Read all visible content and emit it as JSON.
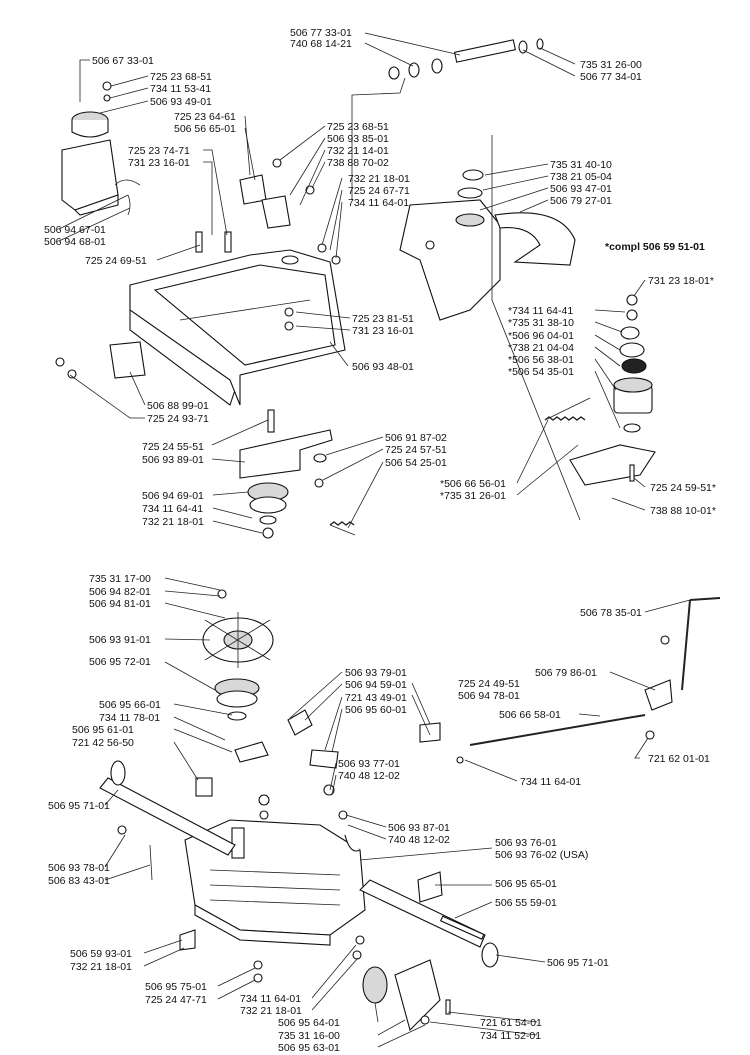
{
  "compl_note": "*compl 506 59 51-01",
  "labels": {
    "l01": "506 77 33-01",
    "l02": "740 68 14-21",
    "l03": "735 31 26-00",
    "l04": "506 77 34-01",
    "l05": "506 67 33-01",
    "l06": "725 23 68-51",
    "l07": "734 11 53-41",
    "l08": "506 93 49-01",
    "l09": "725 23 68-51",
    "l10": "506 93 85-01",
    "l11": "732 21 14-01",
    "l12": "738 88 70-02",
    "l13": "725 23 64-61",
    "l14": "506 56 65-01",
    "l15": "725 23 74-71",
    "l16": "731 23 16-01",
    "l17": "732 21 18-01",
    "l18": "725 24 67-71",
    "l19": "734 11 64-01",
    "l20": "735 31 40-10",
    "l21": "738 21 05-04",
    "l22": "506 93 47-01",
    "l23": "506 79 27-01",
    "l24": "506 94 67-01",
    "l25": "506 94 68-01",
    "l26": "725 24 69-51",
    "l27": "731 23 18-01*",
    "l28": "725 23 81-51",
    "l29": "731 23 16-01",
    "l30": "*734 11 64-41",
    "l31": "*735 31 38-10",
    "l32": "*506 96 04-01",
    "l33": "*738 21 04-04",
    "l34": "*506 56 38-01",
    "l35": "*506 54 35-01",
    "l36": "506 93 48-01",
    "l37": "506 88 99-01",
    "l38": "725 24 93-71",
    "l39": "725 24 55-51",
    "l40": "506 93 89-01",
    "l41": "506 91 87-02",
    "l42": "725 24 57-51",
    "l43": "506 54 25-01",
    "l44": "*506 66 56-01",
    "l45": "*735 31 26-01",
    "l46": "725 24 59-51*",
    "l47": "738 88 10-01*",
    "l48": "506 94 69-01",
    "l49": "734 11 64-41",
    "l50": "732 21 18-01",
    "l51": "735 31 17-00",
    "l52": "506 94 82-01",
    "l53": "506 94 81-01",
    "l54": "506 78 35-01",
    "l55": "506 93 91-01",
    "l56": "506 95 72-01",
    "l57": "506 93 79-01",
    "l58": "506 94 59-01",
    "l59": "721 43 49-01",
    "l60": "506 95 60-01",
    "l61": "506 79 86-01",
    "l62": "725 24 49-51",
    "l63": "506 94 78-01",
    "l64": "506 95 66-01",
    "l65": "734 11 78-01",
    "l66": "506 95 61-01",
    "l67": "721 42 56-50",
    "l68": "506 66 58-01",
    "l69": "506 93 77-01",
    "l70": "740 48 12-02",
    "l71": "721 62 01-01",
    "l72": "734 11 64-01",
    "l73": "506 95 71-01",
    "l74": "506 93 87-01",
    "l75": "740 48 12-02",
    "l76": "506 93 76-01",
    "l77": "506 93 76-02 (USA)",
    "l78": "506 93 78-01",
    "l79": "506 83 43-01",
    "l80": "506 95 65-01",
    "l81": "506 55 59-01",
    "l82": "506 59 93-01",
    "l83": "732 21 18-01",
    "l84": "506 95 71-01",
    "l85": "506 95 75-01",
    "l86": "725 24 47-71",
    "l87": "734 11 64-01",
    "l88": "732 21 18-01",
    "l89": "721 61 54-01",
    "l90": "734 11 52-01",
    "l91": "506 95 64-01",
    "l92": "735 31 16-00",
    "l93": "506 95 63-01"
  }
}
